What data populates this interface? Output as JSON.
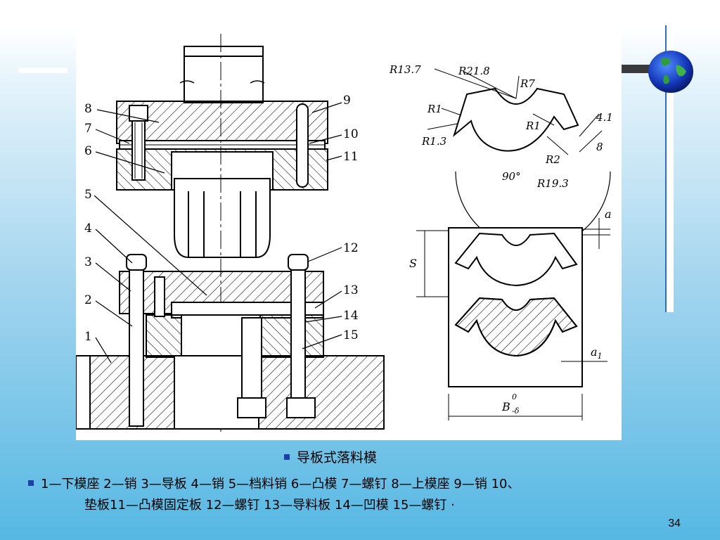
{
  "slide": {
    "title_caption": "导板式落料模",
    "legend_line1": "1—下模座 2—销 3—导板 4—销 5—档料销 6—凸模 7—螺钉 8—上模座 9—销 10、",
    "legend_line2": "垫板11—凸模固定板 12—螺钉 13—导料板 14—凹模 15—螺钉 ·",
    "page_number": "34",
    "bullet_color": "#1c3fa8"
  },
  "diagram": {
    "part_callouts": [
      "1",
      "2",
      "3",
      "4",
      "5",
      "6",
      "7",
      "8",
      "9",
      "10",
      "11",
      "12",
      "13",
      "14",
      "15"
    ],
    "profile_dimensions": {
      "r13_7": "R13.7",
      "r21_8": "R21.8",
      "r7": "R7",
      "r1_left": "R1",
      "r1_right": "R1",
      "r1_3": "R1.3",
      "r2": "R2",
      "r19_3": "R19.3",
      "d4_1": "4.1",
      "d8": "8",
      "angle": "90°"
    },
    "strip_dimensions": {
      "a": "a",
      "a1": "a",
      "a1_sub": "1",
      "s": "S",
      "b": "B",
      "b_sup": "0",
      "b_sub": "-δ"
    }
  }
}
